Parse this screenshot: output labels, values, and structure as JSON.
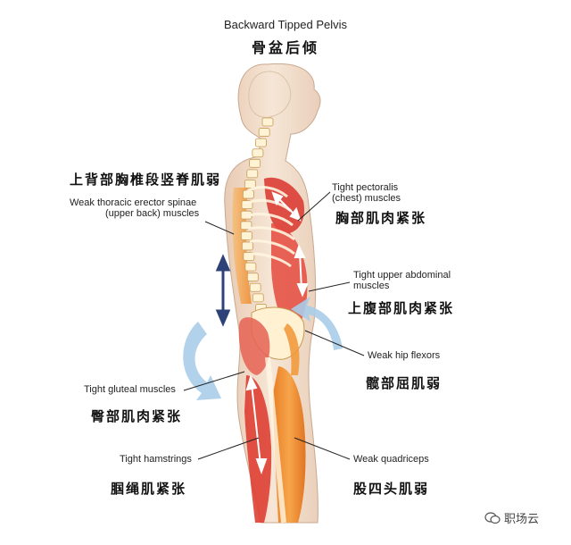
{
  "title": {
    "en": "Backward Tipped Pelvis",
    "cn": "骨盆后倾"
  },
  "labels": {
    "upper_back_cn": "上背部胸椎段竖脊肌弱",
    "upper_back_en_1": "Weak thoracic erector spinae",
    "upper_back_en_2": "(upper back) muscles",
    "pectoralis_en_1": "Tight pectoralis",
    "pectoralis_en_2": "(chest) muscles",
    "pectoralis_cn": "胸部肌肉紧张",
    "abdominal_en_1": "Tight upper abdominal",
    "abdominal_en_2": "muscles",
    "abdominal_cn": "上腹部肌肉紧张",
    "hip_flexors_en": "Weak hip flexors",
    "hip_flexors_cn": "髋部屈肌弱",
    "gluteal_en": "Tight gluteal muscles",
    "gluteal_cn": "臀部肌肉紧张",
    "hamstrings_en": "Tight hamstrings",
    "hamstrings_cn": "腘绳肌紧张",
    "quadriceps_en": "Weak quadriceps",
    "quadriceps_cn": "股四头肌弱"
  },
  "watermark": "职场云",
  "colors": {
    "skin": "#f3e3d3",
    "muscle_tight": "#e0463e",
    "muscle_weak": "#f08a2c",
    "bone": "#fff4d8",
    "arrow_blue": "#a9cde8",
    "arrow_dark": "#2f4277"
  }
}
